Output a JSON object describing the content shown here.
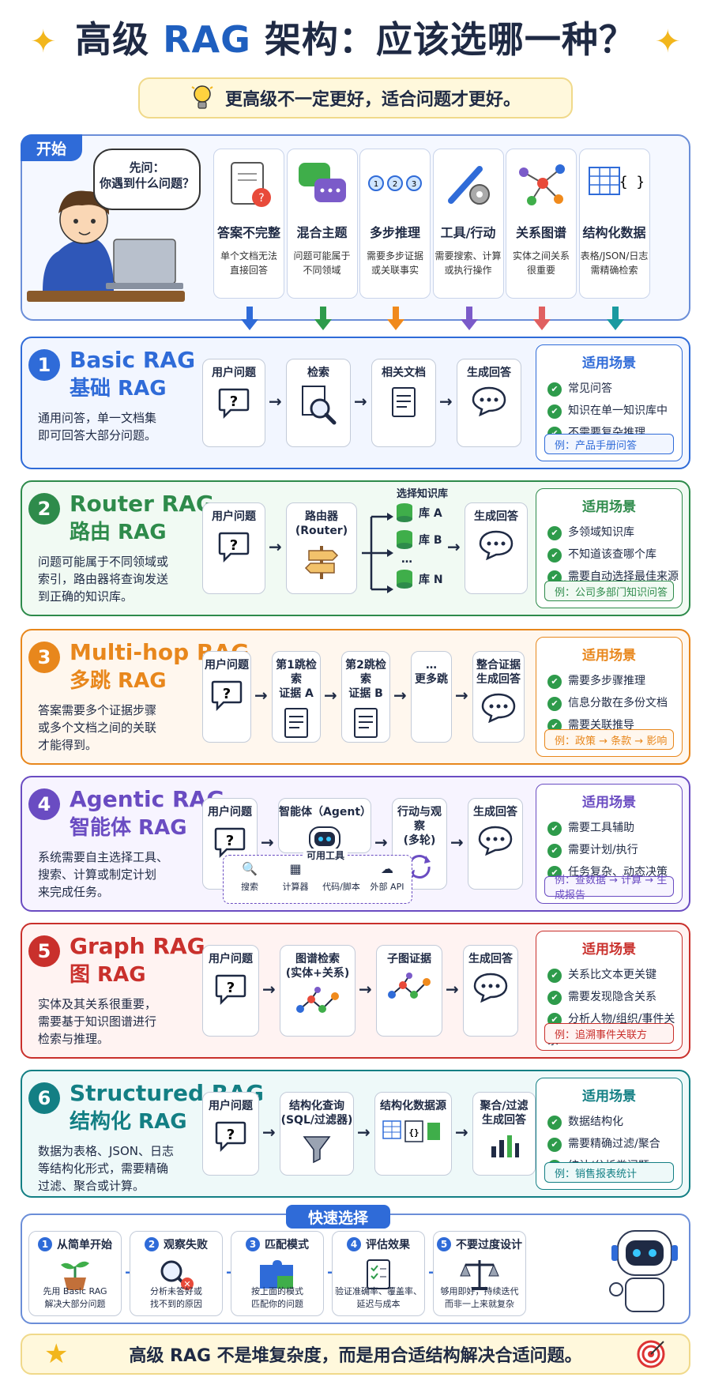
{
  "header": {
    "title_pre": "高级",
    "title_rag": "RAG",
    "title_post": "架构：应该选哪一种？",
    "subtitle": "更高级不一定更好，适合问题才更好。"
  },
  "start": {
    "tag": "开始",
    "bubble": "先问：\n你遇到什么问题？",
    "categories": [
      {
        "name": "答案不完整",
        "desc": "单个文档无法\n直接回答",
        "icon": "document-question-icon",
        "color": "#2f6bd8"
      },
      {
        "name": "混合主题",
        "desc": "问题可能属于\n不同领域",
        "icon": "chat-bubbles-icon",
        "color": "#2e9b4b"
      },
      {
        "name": "多步推理",
        "desc": "需要多步证据\n或关联事实",
        "icon": "steps-icon",
        "color": "#f08a1c"
      },
      {
        "name": "工具/行动",
        "desc": "需要搜索、计算\n或执行操作",
        "icon": "tools-icon",
        "color": "#7b5bc9"
      },
      {
        "name": "关系图谱",
        "desc": "实体之间关系\n很重要",
        "icon": "graph-icon",
        "color": "#e06060"
      },
      {
        "name": "结构化数据",
        "desc": "表格/JSON/日志\n需精确检索",
        "icon": "table-icon",
        "color": "#1a9aa0"
      }
    ]
  },
  "sections": [
    {
      "num": "1",
      "en": "Basic RAG",
      "zh": "基础 RAG",
      "color": "#2f6bd8",
      "bg": "#f2f6ff",
      "desc": "通用问答，单一文档集\n即可回答大部分问题。",
      "flow": [
        "用户问题",
        "检索",
        "相关文档",
        "生成回答"
      ],
      "scen_title": "适用场景",
      "scen": [
        "常见问答",
        "知识在单一知识库中",
        "不需要复杂推理"
      ],
      "example": "例：产品手册问答"
    },
    {
      "num": "2",
      "en": "Router RAG",
      "zh": "路由 RAG",
      "color": "#2e8b4b",
      "bg": "#f1faf3",
      "desc": "问题可能属于不同领域或\n索引，路由器将查询发送\n到正确的知识库。",
      "flow": [
        "用户问题",
        "路由器\n(Router)",
        "生成回答"
      ],
      "kb_title": "选择知识库",
      "kbs": [
        "库 A",
        "库 B",
        "…",
        "库 N"
      ],
      "scen_title": "适用场景",
      "scen": [
        "多领域知识库",
        "不知道该查哪个库",
        "需要自动选择最佳来源"
      ],
      "example": "例：公司多部门知识问答"
    },
    {
      "num": "3",
      "en": "Multi-hop RAG",
      "zh": "多跳 RAG",
      "color": "#e8871c",
      "bg": "#fff7ee",
      "desc": "答案需要多个证据步骤\n或多个文档之间的关联\n才能得到。",
      "flow": [
        "用户问题",
        "第1跳检索\n证据 A",
        "第2跳检索\n证据 B",
        "…\n更多跳",
        "整合证据\n生成回答"
      ],
      "scen_title": "适用场景",
      "scen": [
        "需要多步骤推理",
        "信息分散在多份文档",
        "需要关联推导"
      ],
      "example": "例：政策 → 条款 → 影响"
    },
    {
      "num": "4",
      "en": "Agentic RAG",
      "zh": "智能体 RAG",
      "color": "#6a4cc2",
      "bg": "#f7f4ff",
      "desc": "系统需要自主选择工具、\n搜索、计算或制定计划\n来完成任务。",
      "flow": [
        "用户问题",
        "智能体（Agent）",
        "行动与观察\n(多轮)",
        "生成回答"
      ],
      "tools_title": "可用工具",
      "tools": [
        "搜索",
        "计算器",
        "代码/脚本",
        "外部 API"
      ],
      "scen_title": "适用场景",
      "scen": [
        "需要工具辅助",
        "需要计划/执行",
        "任务复杂、动态决策"
      ],
      "example": "例：查数据 → 计算 → 生成报告"
    },
    {
      "num": "5",
      "en": "Graph RAG",
      "zh": "图 RAG",
      "color": "#c9302c",
      "bg": "#fff3f2",
      "desc": "实体及其关系很重要，\n需要基于知识图谱进行\n检索与推理。",
      "flow": [
        "用户问题",
        "图谱检索\n(实体+关系)",
        "子图证据",
        "生成回答"
      ],
      "scen_title": "适用场景",
      "scen": [
        "关系比文本更关键",
        "需要发现隐含关系",
        "分析人物/组织/事件关系"
      ],
      "example": "例：追溯事件关联方"
    },
    {
      "num": "6",
      "en": "Structured RAG",
      "zh": "结构化 RAG",
      "color": "#137f84",
      "bg": "#eef9f9",
      "desc": "数据为表格、JSON、日志\n等结构化形式，需要精确\n过滤、聚合或计算。",
      "flow": [
        "用户问题",
        "结构化查询\n(SQL/过滤器)",
        "结构化数据源",
        "聚合/过滤\n生成回答"
      ],
      "scen_title": "适用场景",
      "scen": [
        "数据结构化",
        "需要精确过滤/聚合",
        "统计/分析类问题"
      ],
      "example": "例：销售报表统计"
    }
  ],
  "quick": {
    "tag": "快速选择",
    "steps": [
      {
        "n": "1",
        "title": "从简单开始",
        "desc": "先用 Basic RAG\n解决大部分问题"
      },
      {
        "n": "2",
        "title": "观察失败",
        "desc": "分析未答好或\n找不到的原因"
      },
      {
        "n": "3",
        "title": "匹配模式",
        "desc": "按上面的模式\n匹配你的问题"
      },
      {
        "n": "4",
        "title": "评估效果",
        "desc": "验证准确率、覆盖率、\n延迟与成本"
      },
      {
        "n": "5",
        "title": "不要过度设计",
        "desc": "够用即好，持续迭代\n而非一上来就复杂"
      }
    ]
  },
  "footer": {
    "text": "高级 RAG 不是堆复杂度，而是用合适结构解决合适问题。"
  }
}
